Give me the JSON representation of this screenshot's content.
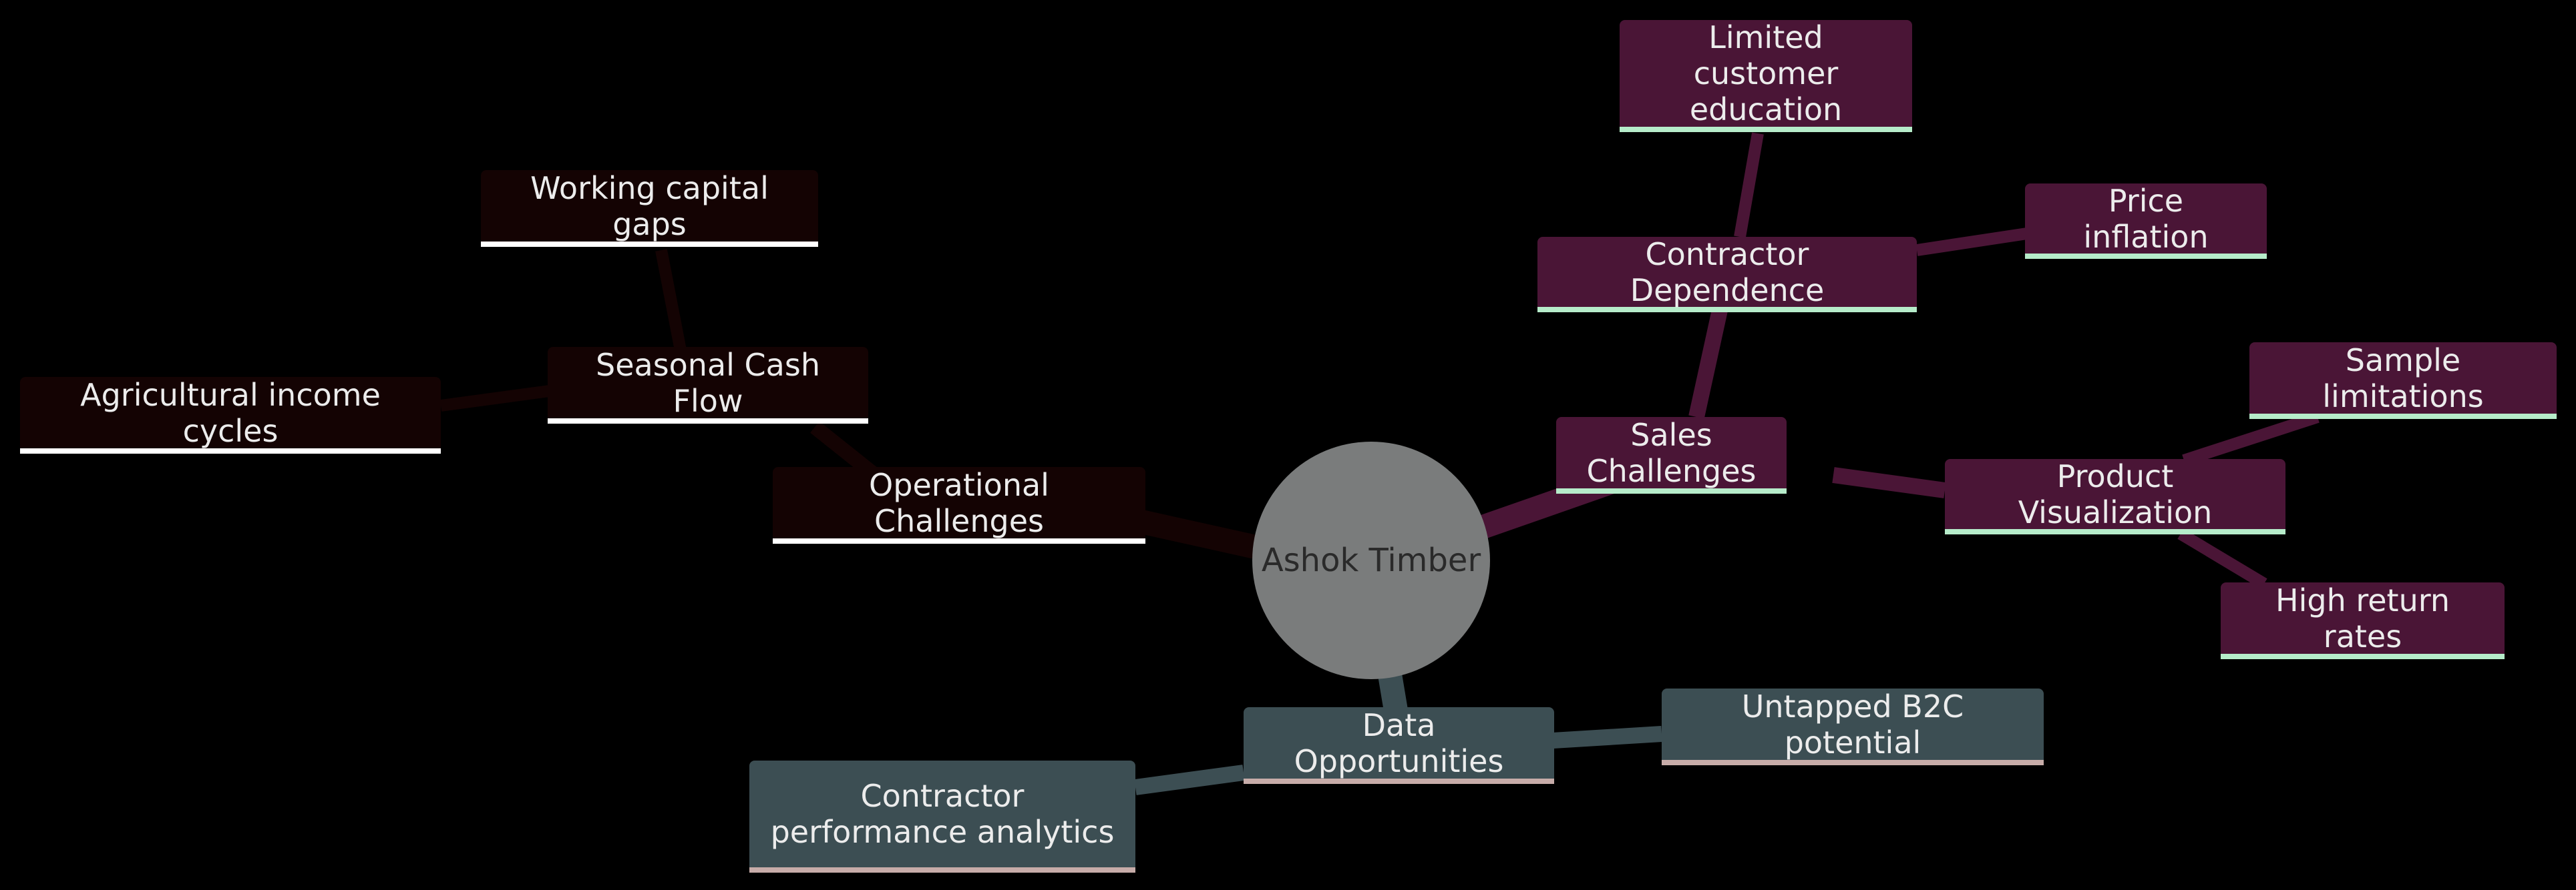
{
  "root": {
    "label": "Ashok Timber"
  },
  "colors": {
    "operational": "#140303",
    "operational_accent": "#ffffff",
    "sales": "#4a1536",
    "sales_accent": "#b6ecca",
    "data": "#3c4e53",
    "data_accent": "#c7aca9",
    "root": "#7a7c7c"
  },
  "branches": {
    "operational": {
      "label": "Operational Challenges",
      "seasonal": {
        "label": "Seasonal Cash Flow",
        "working_capital": "Working capital gaps",
        "agri_income": "Agricultural income cycles"
      }
    },
    "sales": {
      "label": "Sales Challenges",
      "contractor": {
        "label": "Contractor Dependence",
        "education": "Limited customer education",
        "price": "Price inflation"
      },
      "visualization": {
        "label": "Product Visualization",
        "samples": "Sample limitations",
        "returns": "High return rates"
      }
    },
    "data": {
      "label": "Data Opportunities",
      "b2c": "Untapped B2C potential",
      "analytics": "Contractor performance analytics"
    }
  }
}
